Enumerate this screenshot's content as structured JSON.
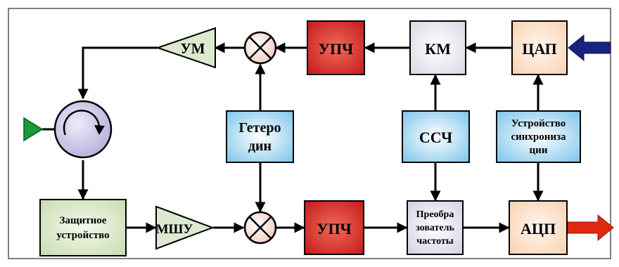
{
  "blocks": {
    "um": {
      "label": "УМ"
    },
    "upch_top": {
      "label": "УПЧ"
    },
    "km": {
      "label": "КМ"
    },
    "tsap": {
      "label": "ЦАП"
    },
    "geterodin": {
      "lines": [
        "Гетеро",
        "дин"
      ]
    },
    "ssch": {
      "label": "ССЧ"
    },
    "sync": {
      "lines": [
        "Устройство",
        "синхрониза",
        "ции"
      ]
    },
    "protect": {
      "lines": [
        "Защитное",
        "устройство"
      ]
    },
    "mshu": {
      "label": "МШУ"
    },
    "upch_bottom": {
      "label": "УПЧ"
    },
    "freq_conv": {
      "lines": [
        "Преобра",
        "зователь",
        "частоты"
      ]
    },
    "atsp": {
      "label": "АЦП"
    }
  },
  "colors": {
    "amplifier": "#dde8d0",
    "upch": "#d42a2a",
    "km": "#e6e6ee",
    "converter": "#fbe3cf",
    "sky": "#b4ddf2",
    "protect": "#dbe8c8",
    "freq_conv": "#e4e0ee",
    "circulator": "#c8c2e2",
    "antenna": "#1a9a3a",
    "input_arrow": "#1a237e",
    "output_arrow": "#e02a10"
  }
}
